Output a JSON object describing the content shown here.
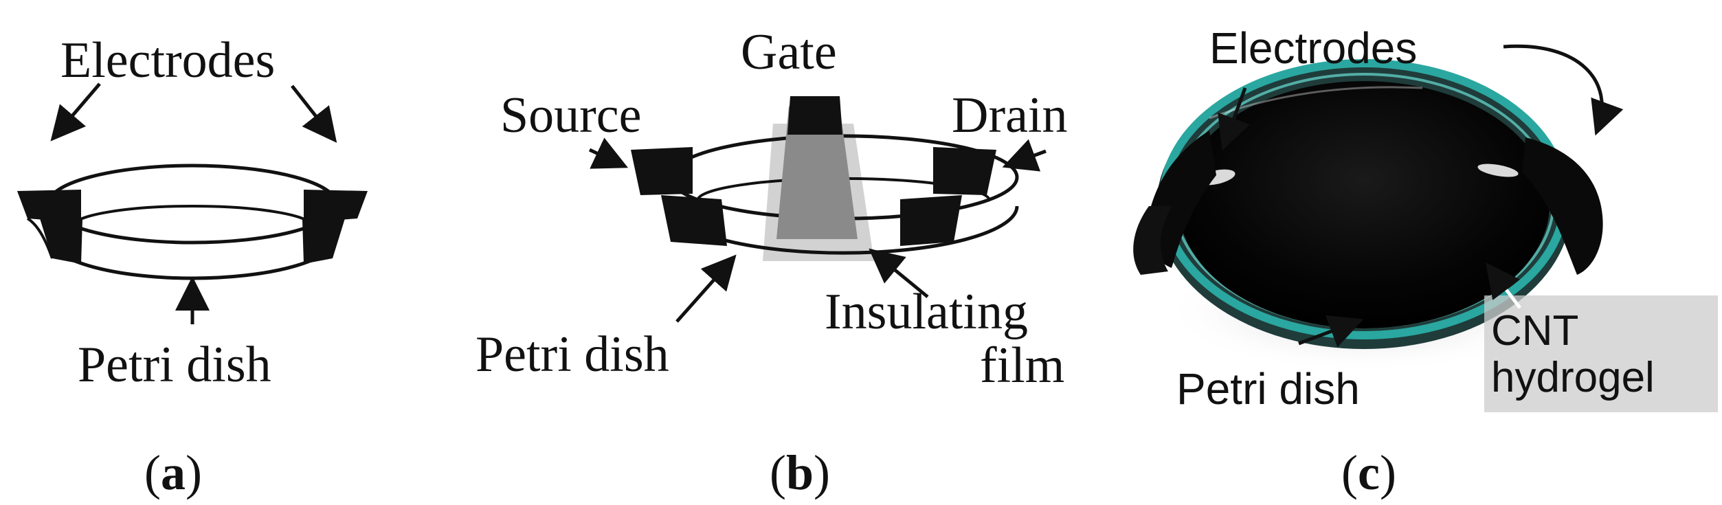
{
  "panels": [
    {
      "id": "a",
      "caption_open": "(",
      "caption_letter": "a",
      "caption_close": ")",
      "labels": {
        "electrodes": "Electrodes",
        "petri_dish": "Petri dish"
      }
    },
    {
      "id": "b",
      "caption_open": "(",
      "caption_letter": "b",
      "caption_close": ")",
      "labels": {
        "gate": "Gate",
        "source": "Source",
        "drain": "Drain",
        "petri_dish": "Petri dish",
        "insulating_line1": "Insulating",
        "insulating_line2": "film"
      }
    },
    {
      "id": "c",
      "caption_open": "(",
      "caption_letter": "c",
      "caption_close": ")",
      "labels": {
        "electrodes": "Electrodes",
        "petri_dish": "Petri dish",
        "cnt_line1": "CNT",
        "cnt_line2": "hydrogel"
      }
    }
  ],
  "colors": {
    "ink": "#111111",
    "gate_gray": "#8a8a8a",
    "film_gray": "#d2d2d2",
    "rim_teal": "#2aa7a0",
    "hydrogel": "#060606"
  }
}
